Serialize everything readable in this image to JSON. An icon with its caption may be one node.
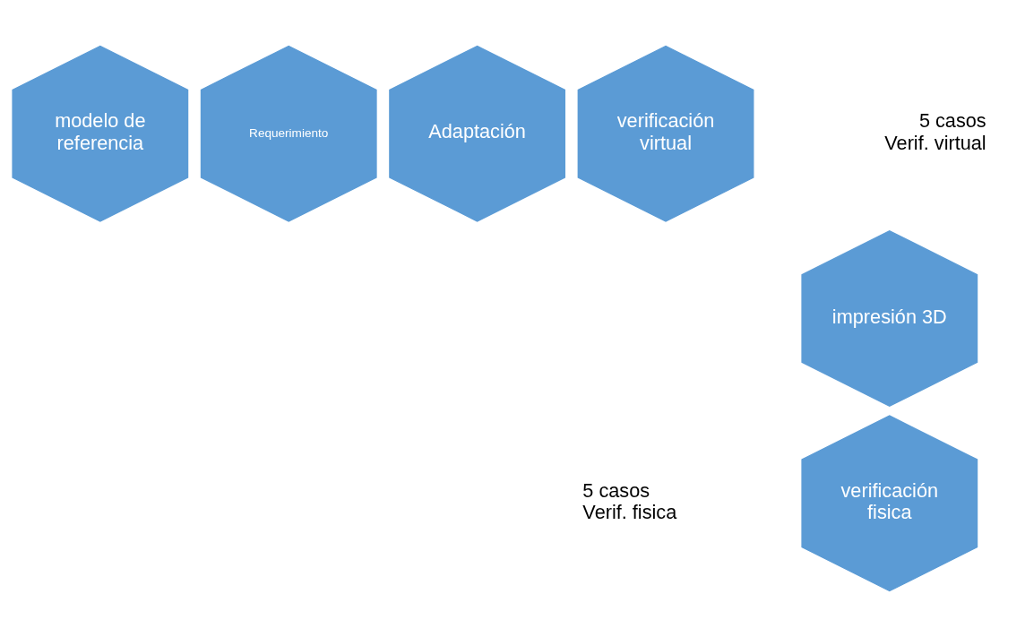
{
  "diagram": {
    "nodes": [
      {
        "text": [
          "modelo de referencia"
        ]
      },
      {
        "text": [
          "Requerimiento"
        ]
      },
      {
        "text": [
          "Adaptación"
        ]
      },
      {
        "text": [
          "verificación virtual"
        ],
        "beside": [
          "5 casos",
          "Verif. virtual"
        ]
      },
      {
        "text": [
          "impresión 3D"
        ]
      },
      {
        "text": [
          "verificación fisica"
        ],
        "beside": [
          "5 casos",
          "Verif. fisica"
        ]
      }
    ]
  }
}
